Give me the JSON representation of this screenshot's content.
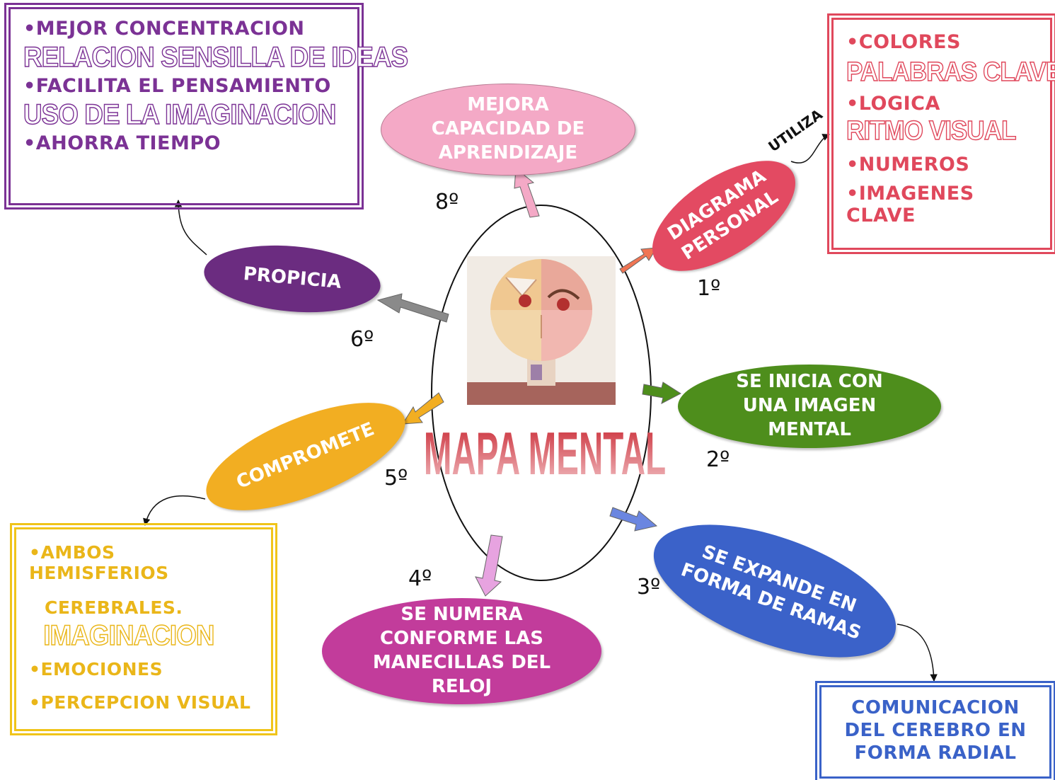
{
  "center": {
    "title": "MAPA MENTAL"
  },
  "branches": {
    "b1": {
      "label_lines": [
        "DIAGRAMA",
        "PERSONAL"
      ],
      "order": "1º",
      "color": "#e34a62"
    },
    "b2": {
      "label_lines": [
        "SE INICIA CON",
        "UNA IMAGEN",
        "MENTAL"
      ],
      "order": "2º",
      "color": "#4e8e1c"
    },
    "b3": {
      "label_lines": [
        "SE EXPANDE EN",
        "FORMA DE RAMAS"
      ],
      "order": "3º",
      "color": "#3b62c9"
    },
    "b4": {
      "label_lines": [
        "SE NUMERA",
        "CONFORME LAS",
        "MANECILLAS DEL",
        "RELOJ"
      ],
      "order": "4º",
      "color": "#c23c9b"
    },
    "b5": {
      "label_lines": [
        "COMPROMETE"
      ],
      "order": "5º",
      "color": "#f2ae22"
    },
    "b6": {
      "label_lines": [
        "PROPICIA"
      ],
      "order": "6º",
      "color": "#6b2c80"
    },
    "b8": {
      "label_lines": [
        "MEJORA",
        "CAPACIDAD DE",
        "APRENDIZAJE"
      ],
      "order": "8º",
      "color": "#f4a9c6"
    }
  },
  "connector_label": "UTILIZA",
  "boxes": {
    "purple": {
      "color": "#7b3295",
      "items": [
        {
          "text": "•MEJOR CONCENTRACION",
          "style": "bullet"
        },
        {
          "text": "RELACION SENSILLA DE IDEAS",
          "style": "outline"
        },
        {
          "text": "•FACILITA EL PENSAMIENTO",
          "style": "bullet"
        },
        {
          "text": "USO DE LA IMAGINACION",
          "style": "outline"
        },
        {
          "text": "•AHORRA TIEMPO",
          "style": "bullet"
        }
      ]
    },
    "red": {
      "color": "#e0485c",
      "items": [
        {
          "text": "•COLORES",
          "style": "bullet"
        },
        {
          "text": "PALABRAS CLAVE",
          "style": "outline"
        },
        {
          "text": "•LOGICA",
          "style": "bullet"
        },
        {
          "text": "RITMO VISUAL",
          "style": "outline"
        },
        {
          "text": "•NUMEROS",
          "style": "bullet"
        },
        {
          "text": "•IMAGENES CLAVE",
          "style": "bullet"
        }
      ]
    },
    "yellow": {
      "color": "#f0c419",
      "items": [
        {
          "text": "•AMBOS HEMISFERIOS",
          "style": "bullet"
        },
        {
          "text": "CEREBRALES.",
          "style": "bullet"
        },
        {
          "text": "IMAGINACION",
          "style": "outline"
        },
        {
          "text": "•EMOCIONES",
          "style": "bullet"
        },
        {
          "text": "•PERCEPCION VISUAL",
          "style": "bullet"
        }
      ]
    },
    "blue": {
      "color": "#3a62c8",
      "lines": [
        "COMUNICACION",
        "DEL CEREBRO EN",
        "FORMA RADIAL"
      ]
    }
  }
}
